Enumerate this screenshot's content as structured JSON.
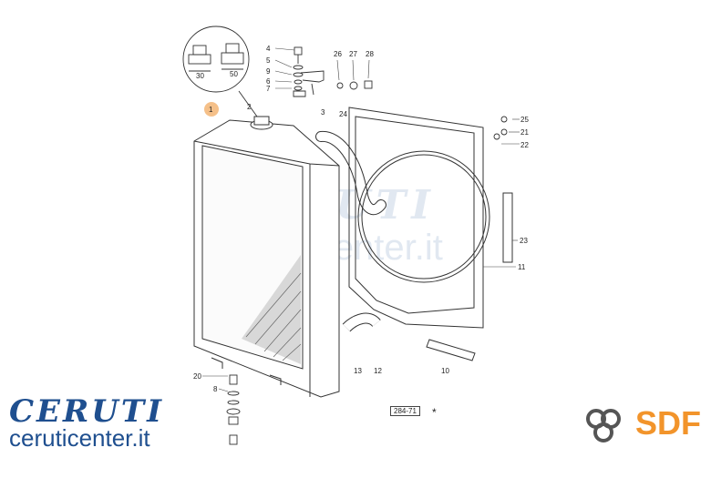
{
  "watermark": {
    "line1": "CERUTI",
    "line2": "ceruticenter.it"
  },
  "brand": {
    "name": "CERUTI",
    "site": "ceruticenter.it",
    "partner": "SDF"
  },
  "reference": {
    "code": "284-71",
    "mark": "*"
  },
  "detail": {
    "dim_left": "30",
    "dim_right": "50"
  },
  "callouts": [
    "1",
    "2",
    "3",
    "4",
    "5",
    "6",
    "7",
    "8",
    "9",
    "10",
    "11",
    "12",
    "13",
    "20",
    "21",
    "22",
    "23",
    "24",
    "25",
    "26",
    "27",
    "28"
  ],
  "colors": {
    "brand_blue": "#1f4f8f",
    "sdf_orange": "#f2942b",
    "line": "#333333",
    "highlight": "#f5c089"
  }
}
